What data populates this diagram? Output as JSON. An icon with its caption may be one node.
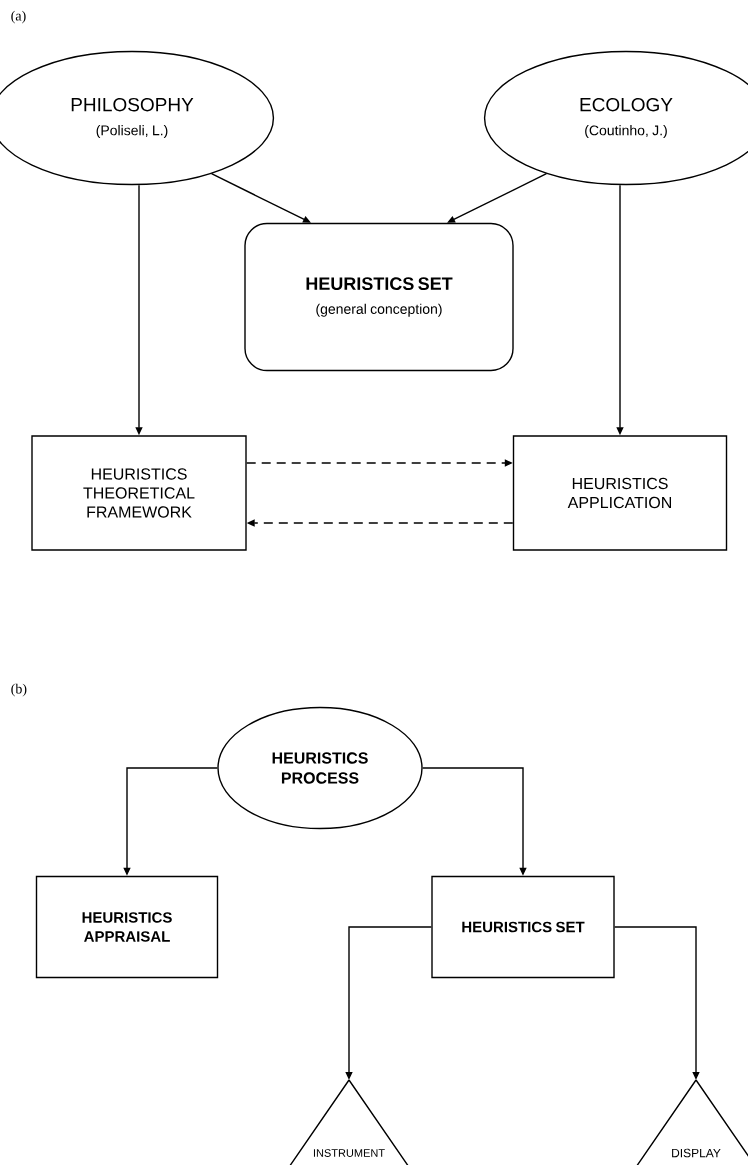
{
  "diagram": {
    "nodes": [
      {
        "text": [
          "PHILOSOPHY",
          "(Poliseli, L.)"
        ]
      },
      {
        "text": [
          "ECOLOGY",
          "(Coutinho, J.)"
        ]
      },
      {
        "text": [
          "HEURISTICS SET",
          "(general conception)"
        ]
      },
      {
        "text": [
          "HEURISTICS THEORETICAL FRAMEWORK"
        ]
      },
      {
        "text": [
          "HEURISTICS APPLICATION"
        ]
      },
      {
        "text": [
          "HEURISTICS PROCESS"
        ]
      },
      {
        "text": [
          "HEURISTICS APPRAISAL"
        ]
      },
      {
        "text": [
          "HEURISTICS SET"
        ]
      },
      {
        "text": [
          "INSTRUMENT"
        ]
      },
      {
        "text": [
          "DISPLAY"
        ]
      }
    ],
    "edges": [
      {
        "from": 0,
        "to": 2,
        "arrow": "to"
      },
      {
        "from": 1,
        "to": 2,
        "arrow": "to"
      },
      {
        "from": 0,
        "to": 3,
        "arrow": "to"
      },
      {
        "from": 1,
        "to": 4,
        "arrow": "to"
      },
      {
        "from": 3,
        "to": 4,
        "arrow": "to",
        "style": "dashed"
      },
      {
        "from": 4,
        "to": 3,
        "arrow": "to",
        "style": "dashed"
      },
      {
        "from": 5,
        "to": 6,
        "arrow": "to"
      },
      {
        "from": 5,
        "to": 7,
        "arrow": "to"
      },
      {
        "from": 7,
        "to": 8,
        "arrow": "to"
      },
      {
        "from": 7,
        "to": 9,
        "arrow": "to"
      }
    ],
    "labels": [
      "(a)",
      "(b)"
    ]
  }
}
